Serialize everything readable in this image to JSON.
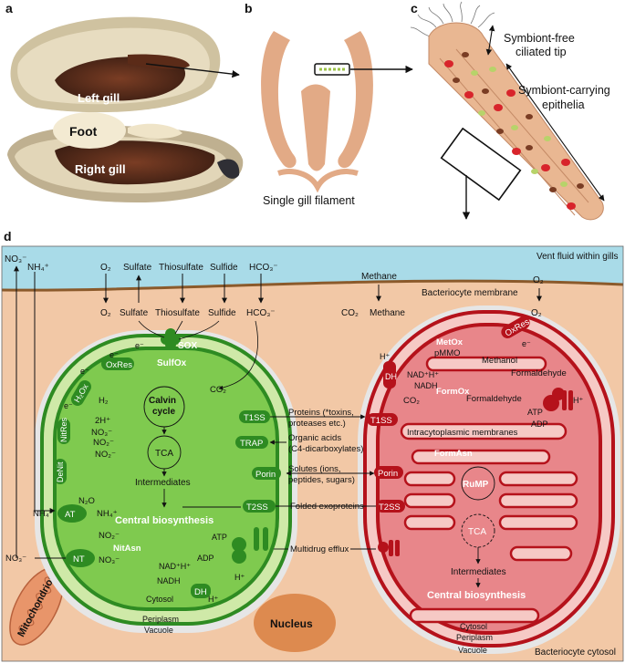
{
  "panel_letters": {
    "a": "a",
    "b": "b",
    "c": "c",
    "d": "d"
  },
  "panel_a": {
    "left_gill": "Left gill",
    "foot": "Foot",
    "right_gill": "Right gill"
  },
  "panel_b": {
    "caption": "Single gill filament"
  },
  "panel_c": {
    "tip_label_1": "Symbiont-free",
    "tip_label_2": "ciliated tip",
    "epi_label_1": "Symbiont-carrying",
    "epi_label_2": "epithelia"
  },
  "panel_d": {
    "vent_fluid": "Vent fluid within gills",
    "bacteriocyte_membrane": "Bacteriocyte membrane",
    "bacteriocyte_cytosol": "Bacteriocyte cytosol",
    "nucleus": "Nucleus",
    "mitochondrion": "Mitochondrion",
    "outer": {
      "no3": "NO₃⁻",
      "nh4": "NH₄⁺",
      "o2": "O₂",
      "sulfate": "Sulfate",
      "thiosulfate": "Thiosulfate",
      "sulfide": "Sulfide",
      "hco3": "HCO₃⁻",
      "methane": "Methane",
      "o2_right": "O₂"
    },
    "inner_top": {
      "o2": "O₂",
      "sulfate": "Sulfate",
      "thiosulfate": "Thiosulfate",
      "sulfide": "Sulfide",
      "hco3": "HCO₃⁻",
      "co2": "CO₂",
      "methane": "Methane",
      "o2_right": "O₂"
    },
    "sox": {
      "sox": "SOX",
      "sulfox": "SulfOx",
      "oxres": "OxRes",
      "h2ox": "H₂Ox",
      "nitres": "NitRes",
      "denit": "DeNit",
      "h2": "H₂",
      "two_h": "2H⁺",
      "no3": "NO₃⁻",
      "no2a": "NO₂⁻",
      "no2b": "NO₂⁻",
      "n2o": "N₂O",
      "e1": "e⁻",
      "e2": "e⁻",
      "e3": "e⁻",
      "e4": "e⁻",
      "calvin_1": "Calvin",
      "calvin_2": "cycle",
      "co2": "CO₂",
      "tca": "TCA",
      "intermediates": "Intermediates",
      "central": "Central biosynthesis",
      "at": "AT",
      "nh4_in": "NH₄⁺",
      "nh4_out": "NH₄⁺",
      "no3_in": "NO₃⁻",
      "no2_in": "NO₂⁻",
      "no3_out": "NO₃⁻",
      "nitasn": "NitAsn",
      "nt": "NT",
      "t1ss": "T1SS",
      "trap": "TRAP",
      "porin": "Porin",
      "t2ss": "T2SS",
      "atp": "ATP",
      "adp": "ADP",
      "nad": "NAD⁺H⁺",
      "nadh": "NADH",
      "dh": "DH",
      "h_plus": "H⁺",
      "h_plus2": "H⁺",
      "cytosol": "Cytosol",
      "periplasm": "Periplasm",
      "vacuole": "Vacuole"
    },
    "middle": {
      "proteins_1": "Proteins (*toxins,",
      "proteins_2": "proteases etc.)",
      "organic_1": "Organic acids",
      "organic_2": "(C4-dicarboxylates)",
      "solutes_1": "Solutes (ions,",
      "solutes_2": "peptides, sugars)",
      "folded": "Folded exoproteins",
      "multidrug": "Multidrug efflux"
    },
    "mox": {
      "oxres": "OxRes",
      "metox": "MetOx",
      "pmmo": "pMMO",
      "methanol": "Methanol",
      "formaldehyde_1": "Formaldehyde",
      "formaldehyde_2": "Formaldehyde",
      "dh": "DH",
      "h_plus": "H⁺",
      "nad": "NAD⁺H⁺",
      "nadh": "NADH",
      "co2": "CO₂",
      "formox": "FormOx",
      "e": "e⁻",
      "atp": "ATP",
      "adp": "ADP",
      "h_plus2": "H⁺",
      "t1ss": "T1SS",
      "icm": "Intracytoplasmic membranes",
      "formasn": "FormAsn",
      "rump": "RuMP",
      "porin": "Porin",
      "t2ss": "T2SS",
      "tca": "TCA",
      "intermediates": "Intermediates",
      "central": "Central biosynthesis",
      "cytosol": "Cytosol",
      "periplasm": "Periplasm",
      "vacuole": "Vacuole"
    }
  },
  "colors": {
    "green_dark": "#2e8b22",
    "green_mid": "#7fca4f",
    "green_light": "#cfe9a8",
    "red_dark": "#b5121b",
    "red_mid": "#e8868a",
    "red_light": "#f6c9c5",
    "fluid": "#a9dbe8",
    "cytosol": "#f2c8a6",
    "membrane": "#8b5a2b",
    "tissue": "#e8b08b"
  }
}
